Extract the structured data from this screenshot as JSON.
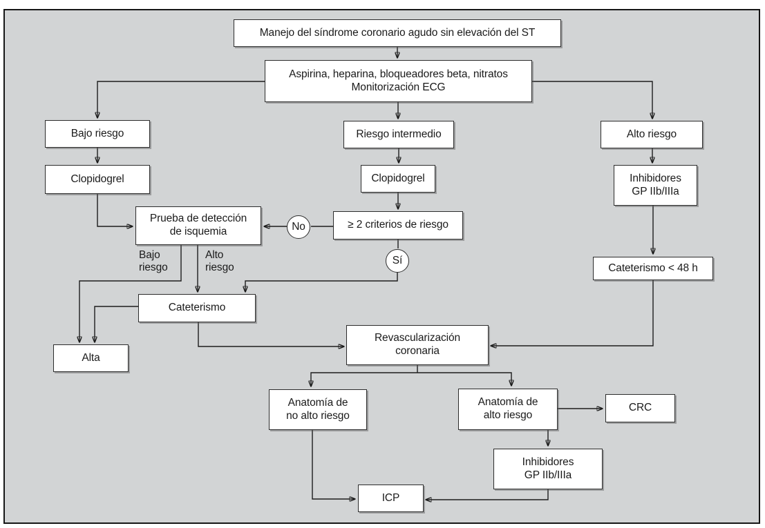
{
  "figure": {
    "title": "Manejo del síndrome coronario agudo sin elevación del ST",
    "language": "es",
    "type": "flowchart"
  },
  "colors": {
    "canvas_background": "#d2d4d5",
    "frame_border": "#151515",
    "box_fill": "#ffffff",
    "box_border": "#2b2b2b",
    "line": "#1c1c1c",
    "text": "#1a1a1a"
  },
  "nodes": {
    "manejo": {
      "label": "Manejo del síndrome coronario agudo sin elevación del ST"
    },
    "tratamiento": {
      "lines": [
        "Aspirina, heparina, bloqueadores beta, nitratos",
        "Monitorización ECG"
      ]
    },
    "bajo_riesgo": {
      "label": "Bajo riesgo"
    },
    "clopidogrel_izq": {
      "label": "Clopidogrel"
    },
    "riesgo_intermedio": {
      "label": "Riesgo intermedio"
    },
    "clopidogrel_centro": {
      "label": "Clopidogrel"
    },
    "alto_riesgo": {
      "label": "Alto riesgo"
    },
    "inhibidores_sup": {
      "lines": [
        "Inhibidores",
        "GP IIb/IIIa"
      ]
    },
    "criterios": {
      "label": "≥ 2 criterios de riesgo"
    },
    "prueba": {
      "lines": [
        "Prueba de detección",
        "de isquemia"
      ]
    },
    "cateterismo_48h": {
      "label": "Cateterismo < 48 h"
    },
    "cateterismo": {
      "label": "Cateterismo"
    },
    "alta": {
      "label": "Alta"
    },
    "revascularizacion": {
      "lines": [
        "Revascularización",
        "coronaria"
      ]
    },
    "anatomia_no_alto": {
      "lines": [
        "Anatomía de",
        "no alto riesgo"
      ]
    },
    "anatomia_alto": {
      "lines": [
        "Anatomía de",
        "alto riesgo"
      ]
    },
    "crc": {
      "label": "CRC"
    },
    "inhibidores_inf": {
      "lines": [
        "Inhibidores",
        "GP IIb/IIIa"
      ]
    },
    "icp": {
      "label": "ICP"
    }
  },
  "edge_labels": {
    "no": "No",
    "si": "Sí",
    "bajo": {
      "lines": [
        "Bajo",
        "riesgo"
      ]
    },
    "alto": {
      "lines": [
        "Alto",
        "riesgo"
      ]
    }
  },
  "edges": [
    {
      "from": "manejo",
      "to": "tratamiento"
    },
    {
      "from": "tratamiento",
      "to": "bajo_riesgo"
    },
    {
      "from": "tratamiento",
      "to": "riesgo_intermedio"
    },
    {
      "from": "tratamiento",
      "to": "alto_riesgo"
    },
    {
      "from": "bajo_riesgo",
      "to": "clopidogrel_izq"
    },
    {
      "from": "clopidogrel_izq",
      "to": "prueba"
    },
    {
      "from": "riesgo_intermedio",
      "to": "clopidogrel_centro"
    },
    {
      "from": "clopidogrel_centro",
      "to": "criterios"
    },
    {
      "from": "criterios",
      "to": "prueba",
      "label": "No"
    },
    {
      "from": "criterios",
      "to": "cateterismo",
      "label": "Sí"
    },
    {
      "from": "prueba",
      "to": "alta",
      "label": "Bajo riesgo"
    },
    {
      "from": "prueba",
      "to": "cateterismo",
      "label": "Alto riesgo"
    },
    {
      "from": "cateterismo",
      "to": "alta"
    },
    {
      "from": "cateterismo",
      "to": "revascularizacion"
    },
    {
      "from": "alto_riesgo",
      "to": "inhibidores_sup"
    },
    {
      "from": "inhibidores_sup",
      "to": "cateterismo_48h"
    },
    {
      "from": "cateterismo_48h",
      "to": "revascularizacion"
    },
    {
      "from": "revascularizacion",
      "to": "anatomia_no_alto"
    },
    {
      "from": "revascularizacion",
      "to": "anatomia_alto"
    },
    {
      "from": "anatomia_alto",
      "to": "crc"
    },
    {
      "from": "anatomia_alto",
      "to": "inhibidores_inf"
    },
    {
      "from": "inhibidores_inf",
      "to": "icp"
    },
    {
      "from": "anatomia_no_alto",
      "to": "icp"
    }
  ]
}
